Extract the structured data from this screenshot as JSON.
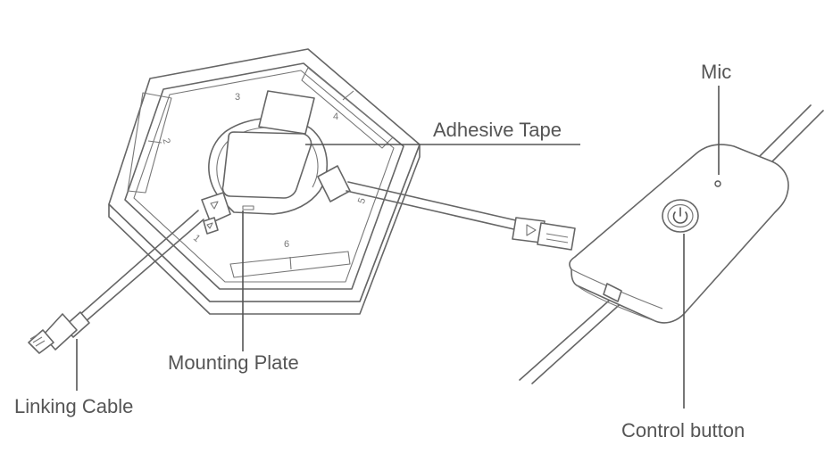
{
  "labels": {
    "adhesive_tape": "Adhesive Tape",
    "mounting_plate": "Mounting Plate",
    "linking_cable": "Linking Cable",
    "mic": "Mic",
    "control_button": "Control button"
  },
  "slot_numbers": {
    "top": "3",
    "upper_right": "4",
    "right": "5",
    "bottom": "6",
    "lower_left": "1",
    "left": "2"
  },
  "colors": {
    "line": "#666666",
    "text": "#555555",
    "background": "#ffffff"
  },
  "icons": {
    "arrow": "triangle-right-icon",
    "power": "power-icon"
  }
}
